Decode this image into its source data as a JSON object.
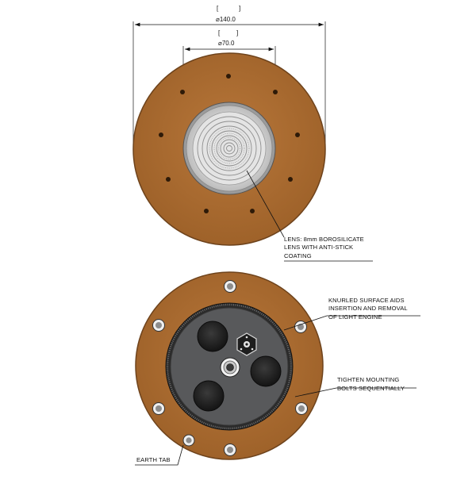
{
  "dimensions": {
    "outer_diameter": "⌀140.0",
    "inner_diameter": "⌀70.0"
  },
  "callouts": {
    "lens": [
      "LENS: 8mm BOROSILICATE",
      "LENS WITH ANTI-STICK",
      "COATING"
    ],
    "knurled": [
      "KNURLED SURFACE AIDS",
      "INSERTION AND REMOVAL",
      "OF LIGHT ENGINE"
    ],
    "tighten": [
      "TIGHTEN MOUNTING",
      "BOLTS SEQUENTIALLY"
    ],
    "earth": [
      "EARTH TAB"
    ]
  },
  "colors": {
    "copper": "#b06f32",
    "copper_dark": "#7a4a1e",
    "lens_ring": "#d9d9d9",
    "face": "#555759",
    "knurl": "#2c2c2c"
  }
}
